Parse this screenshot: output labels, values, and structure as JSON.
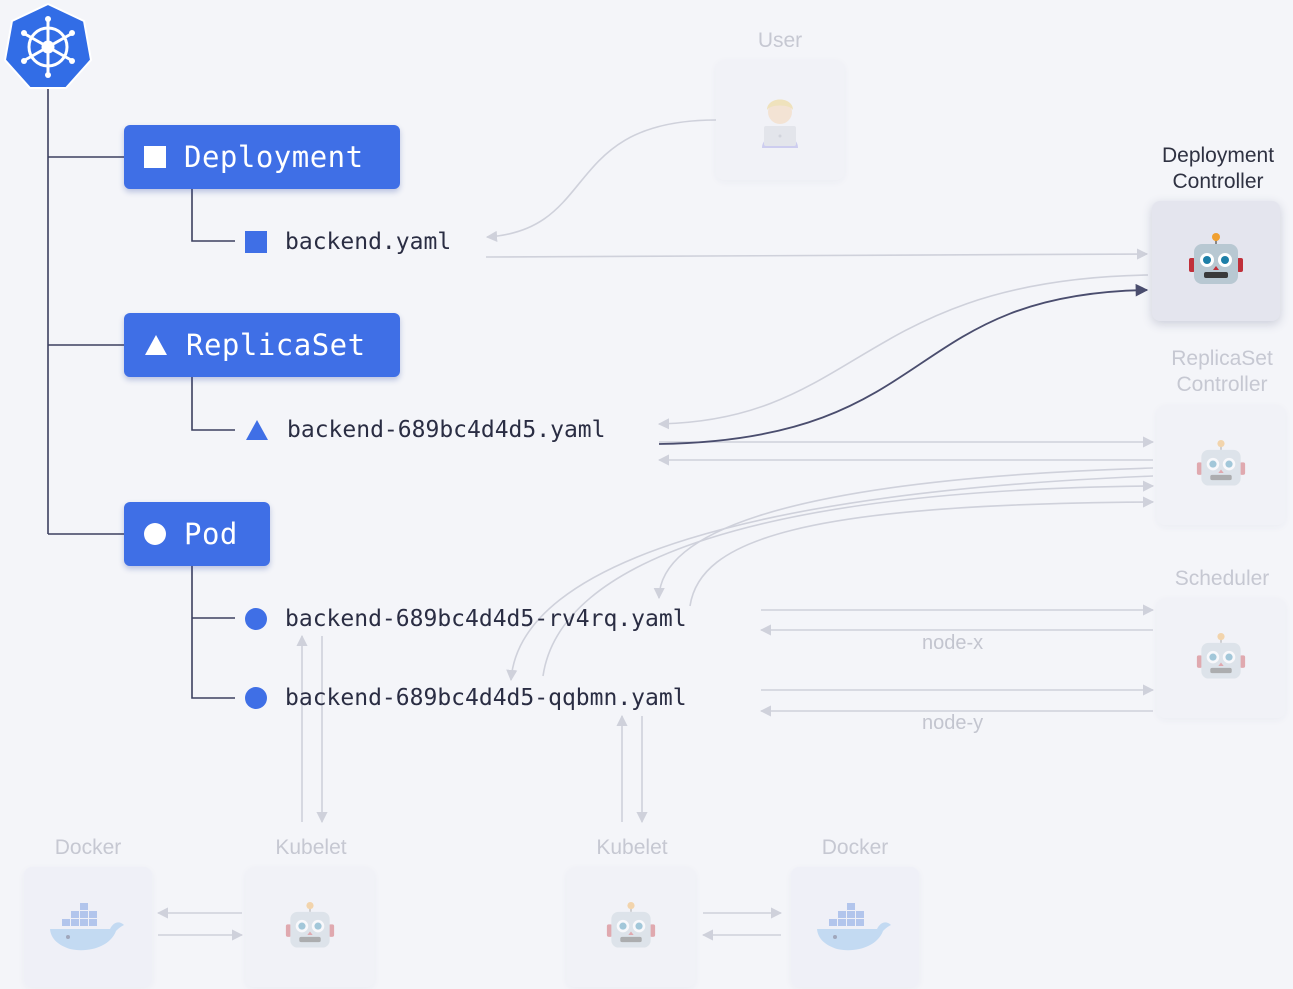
{
  "logo": {
    "icon": "kubernetes-helm-icon",
    "color": "#326de6"
  },
  "resources": [
    {
      "kind": "Deployment",
      "shape": "square",
      "files": [
        "backend.yaml"
      ]
    },
    {
      "kind": "ReplicaSet",
      "shape": "triangle",
      "files": [
        "backend-689bc4d4d5.yaml"
      ]
    },
    {
      "kind": "Pod",
      "shape": "circle",
      "files": [
        "backend-689bc4d4d5-rv4rq.yaml",
        "backend-689bc4d4d5-qqbmn.yaml"
      ]
    }
  ],
  "actors": {
    "user": {
      "label": "User",
      "icon": "user-with-laptop-icon"
    },
    "deployment_controller": {
      "label_line1": "Deployment",
      "label_line2": "Controller",
      "icon": "robot-icon"
    },
    "replicaset_controller": {
      "label_line1": "ReplicaSet",
      "label_line2": "Controller",
      "icon": "robot-icon"
    },
    "scheduler": {
      "label": "Scheduler",
      "icon": "robot-icon"
    },
    "docker_left": {
      "label": "Docker",
      "icon": "docker-whale-icon"
    },
    "kubelet_left": {
      "label": "Kubelet",
      "icon": "robot-icon"
    },
    "kubelet_right": {
      "label": "Kubelet",
      "icon": "robot-icon"
    },
    "docker_right": {
      "label": "Docker",
      "icon": "docker-whale-icon"
    }
  },
  "edge_labels": {
    "node_x": "node-x",
    "node_y": "node-y"
  },
  "colors": {
    "accent": "#3f6fe6",
    "highlight_edge": "#4a4d6e",
    "faded_edge": "#cfd1db",
    "tree_line": "#3c4060"
  }
}
